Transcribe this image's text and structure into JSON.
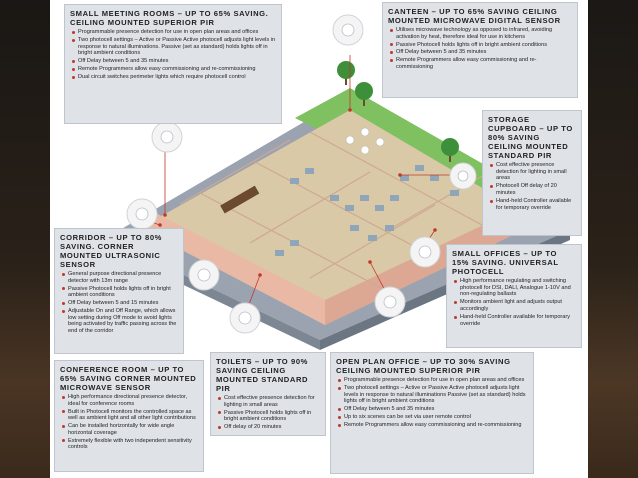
{
  "boxes": {
    "small_meeting": {
      "title": "SMALL MEETING ROOMS – UP TO 65% SAVING. CEILING MOUNTED SUPERIOR PIR",
      "items": [
        "Programmable presence detection for use in open plan areas and offices",
        "Two photocell settings – Active or Passive Active photocell adjusts light levels in response to natural illuminations. Passive (set as standard) holds lights off in bright ambient conditions",
        "Off Delay between 5 and 35 minutes",
        "Remote Programmers allow easy commissioning and re-commissioning",
        "Dual circuit switches perimeter lights which require photocell control"
      ]
    },
    "canteen": {
      "title": "CANTEEN – UP TO 65% SAVING CEILING MOUNTED MICROWAVE DIGITAL SENSOR",
      "items": [
        "Utilises microwave technology as opposed to infrared, avoiding activation by heat, therefore ideal for use in kitchens",
        "Passive Photocell holds lights off in bright ambient conditions",
        "Off Delay between 5 and 35 minutes",
        "Remote Programmers allow easy commissioning and re-commissioning"
      ]
    },
    "storage": {
      "title": "STORAGE CUPBOARD – UP TO 80% SAVING CEILING MOUNTED STANDARD PIR",
      "items": [
        "Cost effective presence detection for lighting in small areas",
        "Photocell Off delay of 20 minutes",
        "Hand-held Controller available for temporary override"
      ]
    },
    "corridor": {
      "title": "CORRIDOR – UP TO 80% SAVING. CORNER MOUNTED ULTRASONIC SENSOR",
      "items": [
        "General purpose directional presence detector with 13m range",
        "Passive Photocell holds lights off in bright ambient conditions",
        "Off Delay between 5 and 15 minutes",
        "Adjustable On and Off Range, which allows low setting during Off mode to avoid lights being activated by traffic passing across the end of the corridor"
      ]
    },
    "small_offices": {
      "title": "SMALL OFFICES – UP TO 15% SAVING. UNIVERSAL PHOTOCELL",
      "items": [
        "High performance regulating and switching photocell for DSI, DALI, Analogue 1-10V and non-regulating ballasts",
        "Monitors ambient light and adjusts output accordingly",
        "Hand-held Controller available for temporary override"
      ]
    },
    "conference": {
      "title": "CONFERENCE ROOM – UP TO 65% SAVING CORNER MOUNTED MICROWAVE SENSOR",
      "items": [
        "High performance directional presence detector, ideal for conference rooms",
        "Built in Photocell monitors the controlled space as well as ambient light and all other light contributions",
        "Can be installed horizontally for wide angle horizontal coverage",
        "Extremely flexible with two independent sensitivity controls"
      ]
    },
    "toilets": {
      "title": "TOILETS – UP TO 90% SAVING CEILING MOUNTED STANDARD PIR",
      "items": [
        "Cost effective presence detection for lighting in small areas",
        "Passive Photocell holds lights off in bright ambient conditions",
        "Off delay of 20 minutes"
      ]
    },
    "open_plan": {
      "title": "OPEN PLAN OFFICE – UP TO 30% SAVING CEILING MOUNTED SUPERIOR PIR",
      "items": [
        "Programmable presence detection for use in open plan areas and offices",
        "Two photocell settings – Active or Passive Active photocell adjusts light levels in response to natural illuminations Passive (set as standard) holds lights off in bright ambient conditions",
        "Off Delay between 5 and 35 minutes",
        "Up to six scenes can be set via user remote control",
        "Remote Programmers allow easy commissioning and re-commissioning"
      ]
    }
  },
  "colors": {
    "accent": "#c0392b",
    "box_bg": "#dfe3e8",
    "grass": "#7fc060",
    "floor": "#d9c9a6",
    "wall": "#e9b9a6",
    "base": "#8e98a6"
  },
  "icons": [
    "sensor-icon",
    "tree-icon"
  ]
}
